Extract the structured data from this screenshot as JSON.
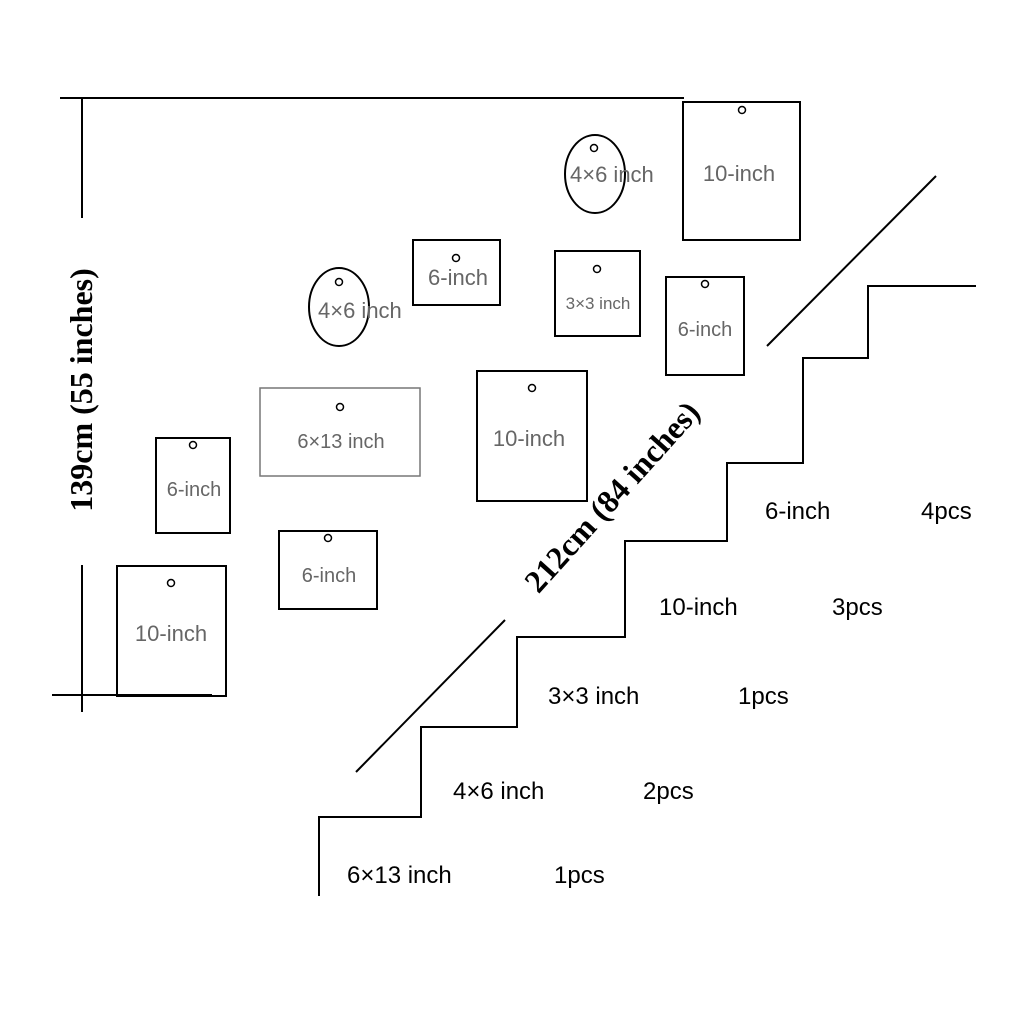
{
  "dimensions": {
    "height": "139cm (55 inches)",
    "diagonal": "212cm (84 inches)"
  },
  "frames": [
    {
      "id": "frame-10-top-right",
      "label": "10-inch"
    },
    {
      "id": "frame-oval-top",
      "label": "4×6 inch"
    },
    {
      "id": "frame-6-top",
      "label": "6-inch"
    },
    {
      "id": "frame-3x3",
      "label": "3×3 inch"
    },
    {
      "id": "frame-6-right",
      "label": "6-inch"
    },
    {
      "id": "frame-oval-left",
      "label": "4×6 inch"
    },
    {
      "id": "frame-6x13",
      "label": "6×13 inch"
    },
    {
      "id": "frame-10-center",
      "label": "10-inch"
    },
    {
      "id": "frame-6-left",
      "label": "6-inch"
    },
    {
      "id": "frame-6-bottom",
      "label": "6-inch"
    },
    {
      "id": "frame-10-bottom-left",
      "label": "10-inch"
    }
  ],
  "quantities": [
    {
      "size": "6-inch",
      "count": "4pcs"
    },
    {
      "size": "10-inch",
      "count": "3pcs"
    },
    {
      "size": "3×3 inch",
      "count": "1pcs"
    },
    {
      "size": "4×6 inch",
      "count": "2pcs"
    },
    {
      "size": "6×13 inch",
      "count": "1pcs"
    }
  ]
}
